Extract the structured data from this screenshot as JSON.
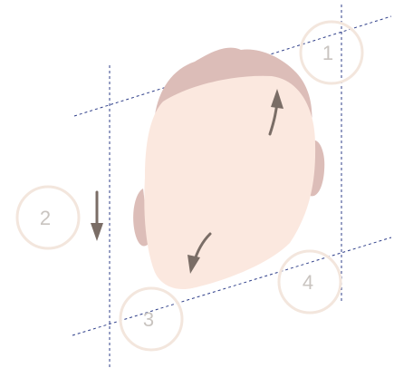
{
  "diagram": {
    "callouts": [
      {
        "id": "1",
        "label": "1"
      },
      {
        "id": "2",
        "label": "2"
      },
      {
        "id": "3",
        "label": "3"
      },
      {
        "id": "4",
        "label": "4"
      }
    ],
    "colors": {
      "guide_line": "#2f3f8a",
      "callout_circle": "#f3e6dd",
      "callout_text": "#c9c4c0",
      "head_skin": "#fbe8df",
      "hair_and_ears": "#dcbdb8",
      "arrow": "#7a6d66"
    }
  }
}
